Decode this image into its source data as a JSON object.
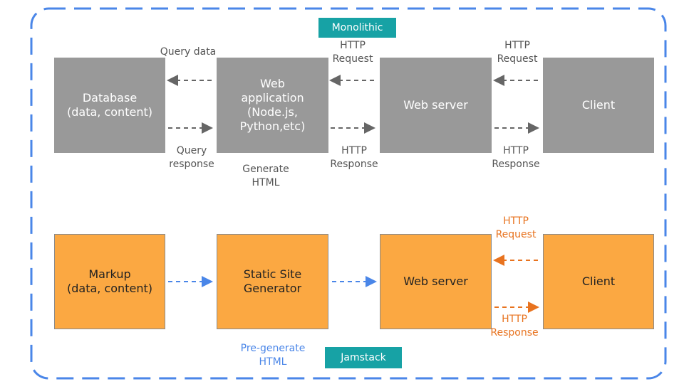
{
  "monolithic": {
    "tag": "Monolithic",
    "boxes": {
      "database": "Database\n(data, content)",
      "web_app": "Web\napplication\n(Node.js,\nPython,etc)",
      "web_server": "Web server",
      "client": "Client"
    },
    "labels": {
      "query_data": "Query data",
      "query_response": "Query\nresponse",
      "generate_html": "Generate\nHTML",
      "http_request_app": "HTTP\nRequest",
      "http_response_app": "HTTP\nResponse",
      "http_request_client": "HTTP\nRequest",
      "http_response_client": "HTTP\nResponse"
    }
  },
  "jamstack": {
    "tag": "Jamstack",
    "boxes": {
      "markup": "Markup\n(data, content)",
      "ssg": "Static Site\nGenerator",
      "web_server": "Web server",
      "client": "Client"
    },
    "labels": {
      "pre_generate": "Pre-generate\nHTML",
      "http_request": "HTTP\nRequest",
      "http_response": "HTTP\nResponse"
    }
  },
  "colors": {
    "frame": "#4a86e8",
    "gray_box": "#999999",
    "orange_box": "#fba842",
    "teal_tag": "#17a2a5",
    "gray_arrow": "#666666",
    "blue_arrow": "#4a86e8",
    "orange_arrow": "#e8731f"
  }
}
